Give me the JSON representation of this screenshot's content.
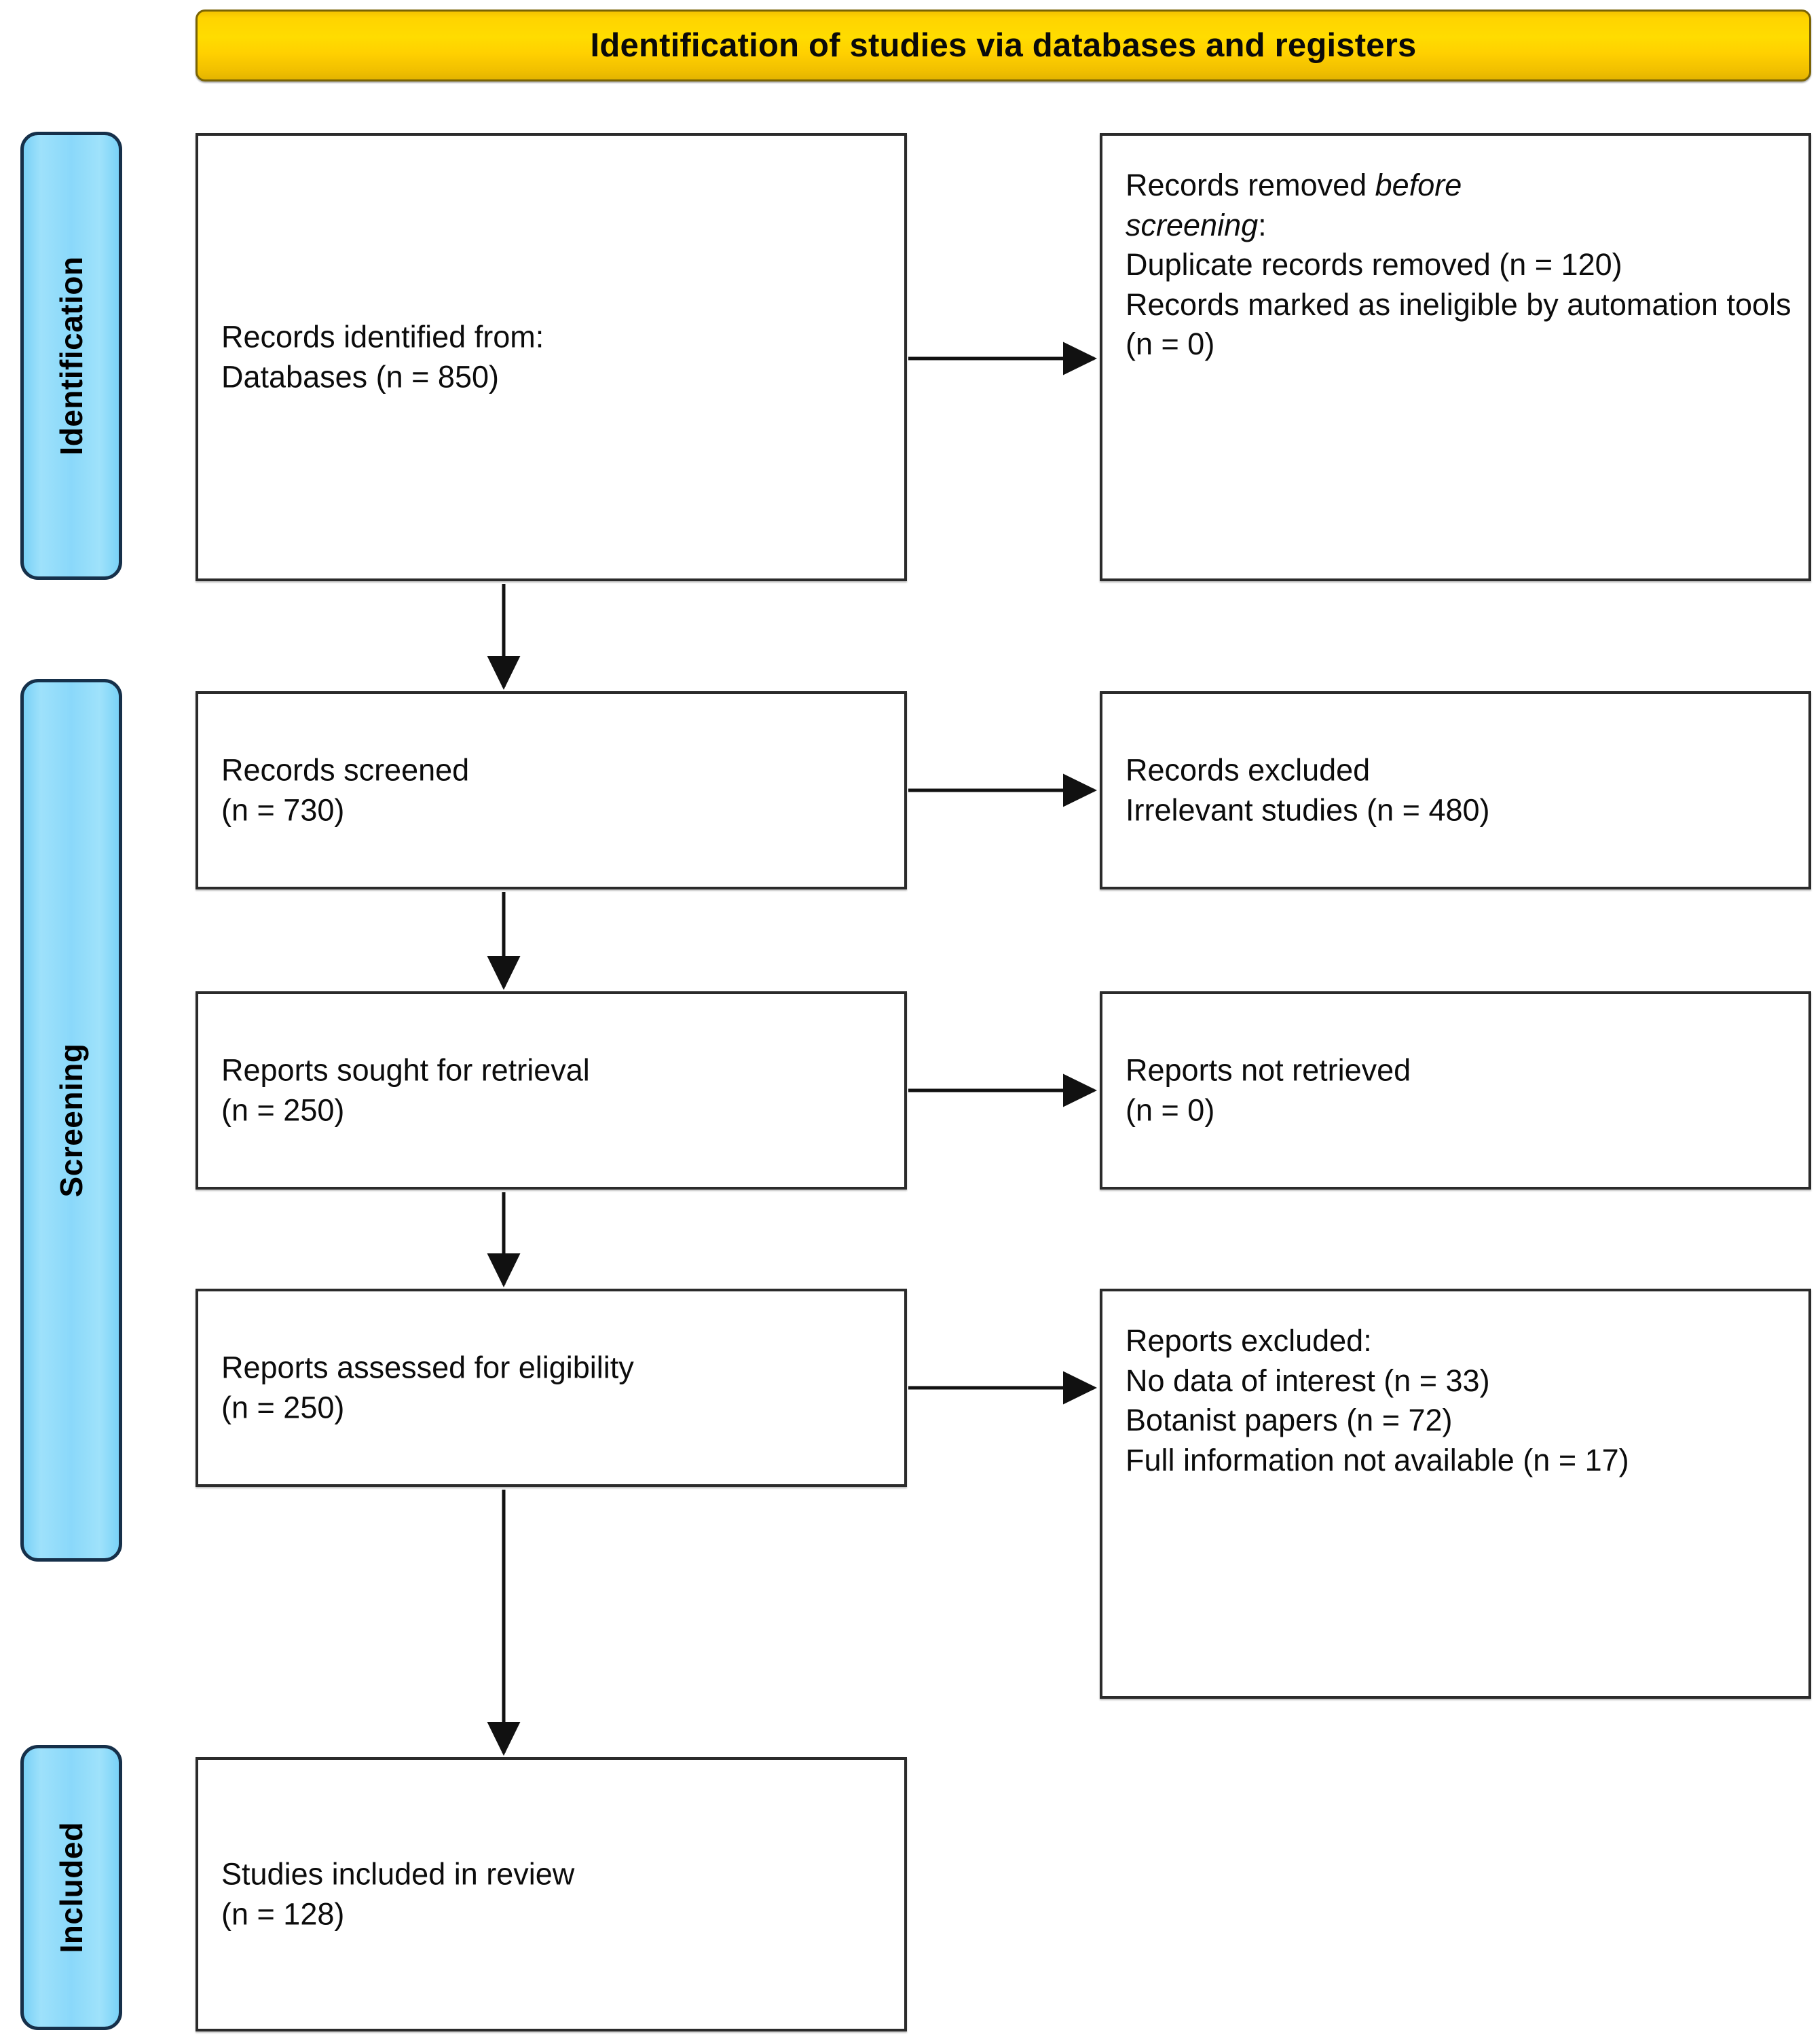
{
  "header": {
    "title": "Identification of studies via databases and registers",
    "background_color": "#FFD400",
    "border_color": "#7A6405"
  },
  "rails": [
    {
      "label": "Identification"
    },
    {
      "label": "Screening"
    },
    {
      "label": "Included"
    }
  ],
  "rail_style": {
    "fill_color": "#8AD8FA",
    "border_color": "#16304A"
  },
  "boxes": {
    "identified": {
      "line1": "Records identified from:",
      "line2": "Databases (n = 850)"
    },
    "removed": {
      "line1_prefix": "Records removed ",
      "line1_italic": "before",
      "line2_italic": "screening",
      "line2_suffix": ":",
      "line3": "Duplicate records removed  (n = 120)",
      "line4": "Records marked as ineligible by automation tools (n = 0)"
    },
    "screened": {
      "line1": "Records screened",
      "line2": "(n = 730)"
    },
    "excluded": {
      "line1": "Records excluded",
      "line2": "Irrelevant studies (n = 480)"
    },
    "sought": {
      "line1": "Reports sought for retrieval",
      "line2": "(n = 250)"
    },
    "not_retrieved": {
      "line1": "Reports not retrieved",
      "line2": "(n = 0)"
    },
    "assessed": {
      "line1": "Reports assessed for eligibility",
      "line2": "(n = 250)"
    },
    "reports_excluded": {
      "line1": "Reports excluded:",
      "line2": "No data of interest (n =  33)",
      "line3": "Botanist papers (n = 72)",
      "line4": "Full information not available (n = 17)"
    },
    "included": {
      "line1": "Studies included in review",
      "line2": "(n = 128)"
    }
  },
  "chart_data": {
    "type": "diagram",
    "title": "PRISMA 2020 flow diagram",
    "subtitle": "Identification of studies via databases and registers",
    "stages": [
      "Identification",
      "Screening",
      "Included"
    ],
    "nodes": [
      {
        "id": "identified",
        "stage": "Identification",
        "label": "Records identified from: Databases",
        "n": 850
      },
      {
        "id": "removed",
        "stage": "Identification",
        "label": "Records removed before screening",
        "duplicate_records_removed": 120,
        "marked_ineligible_by_automation_tools": 0
      },
      {
        "id": "screened",
        "stage": "Screening",
        "label": "Records screened",
        "n": 730
      },
      {
        "id": "excluded",
        "stage": "Screening",
        "label": "Records excluded - Irrelevant studies",
        "n": 480
      },
      {
        "id": "sought",
        "stage": "Screening",
        "label": "Reports sought for retrieval",
        "n": 250
      },
      {
        "id": "not_retrieved",
        "stage": "Screening",
        "label": "Reports not retrieved",
        "n": 0
      },
      {
        "id": "assessed",
        "stage": "Screening",
        "label": "Reports assessed for eligibility",
        "n": 250
      },
      {
        "id": "reports_excluded",
        "stage": "Screening",
        "label": "Reports excluded",
        "no_data_of_interest": 33,
        "botanist_papers": 72,
        "full_information_not_available": 17
      },
      {
        "id": "included",
        "stage": "Included",
        "label": "Studies included in review",
        "n": 128
      }
    ],
    "edges": [
      {
        "from": "identified",
        "to": "removed",
        "direction": "right"
      },
      {
        "from": "identified",
        "to": "screened",
        "direction": "down"
      },
      {
        "from": "screened",
        "to": "excluded",
        "direction": "right"
      },
      {
        "from": "screened",
        "to": "sought",
        "direction": "down"
      },
      {
        "from": "sought",
        "to": "not_retrieved",
        "direction": "right"
      },
      {
        "from": "sought",
        "to": "assessed",
        "direction": "down"
      },
      {
        "from": "assessed",
        "to": "reports_excluded",
        "direction": "right"
      },
      {
        "from": "assessed",
        "to": "included",
        "direction": "down"
      }
    ]
  }
}
